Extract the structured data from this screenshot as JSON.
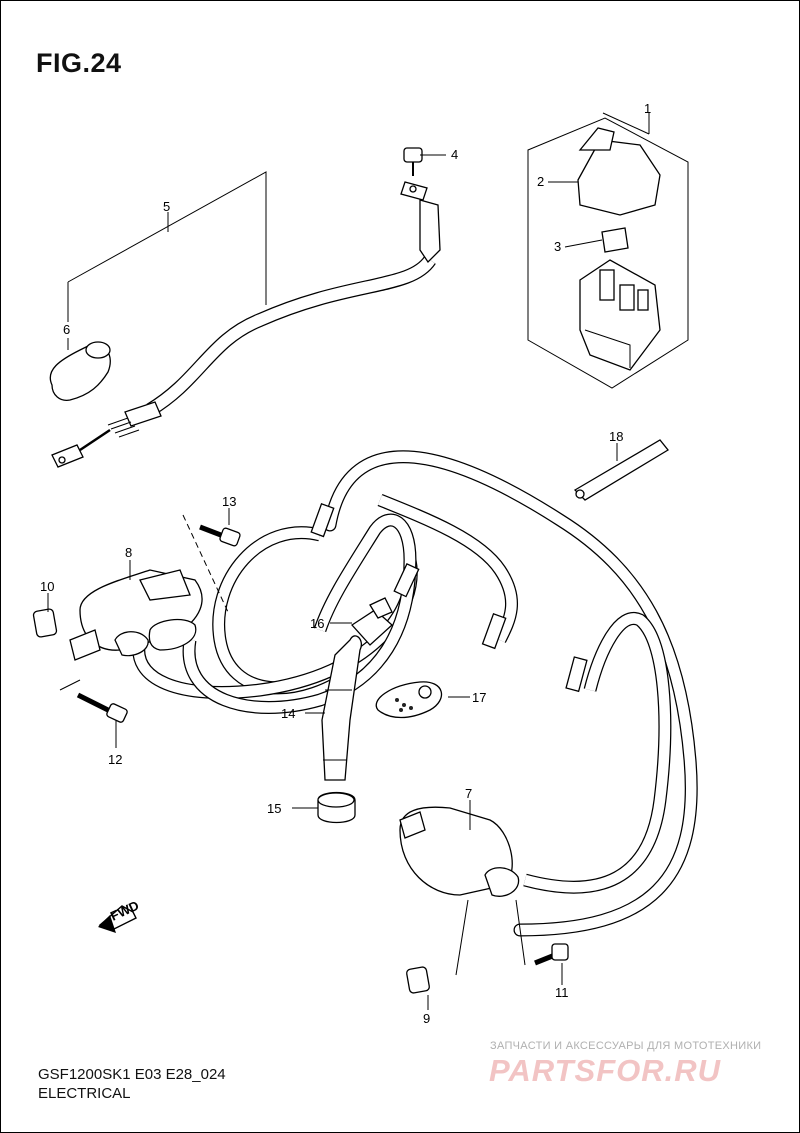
{
  "figure": {
    "title": "FIG.24",
    "model": "GSF1200SK1 E03 E28_024",
    "section": "ELECTRICAL"
  },
  "callouts": [
    "1",
    "2",
    "3",
    "4",
    "5",
    "6",
    "7",
    "8",
    "9",
    "10",
    "11",
    "12",
    "13",
    "14",
    "15",
    "16",
    "17",
    "18"
  ],
  "fwd_label": "FWD",
  "watermark": {
    "tagline": "ЗАПЧАСТИ И АКСЕССУАРЫ ДЛЯ МОТОТЕХНИКИ",
    "brand": "PARTSFOR.RU"
  }
}
